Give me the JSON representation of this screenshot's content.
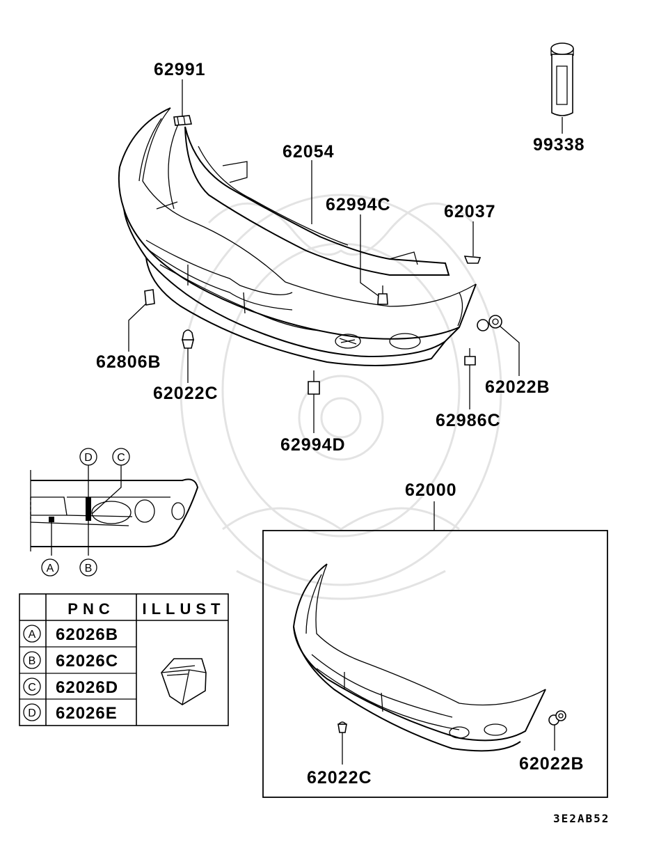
{
  "diagram": {
    "code": "3E2AB52",
    "parts": {
      "p62991": "62991",
      "p62054": "62054",
      "p62994C": "62994C",
      "p62037": "62037",
      "p99338": "99338",
      "p62806B": "62806B",
      "p62022C": "62022C",
      "p62022B": "62022B",
      "p62986C": "62986C",
      "p62994D": "62994D",
      "p62000": "62000",
      "p62022C_set": "62022C",
      "p62022B_set": "62022B"
    },
    "detail_markers": {
      "a": "A",
      "b": "B",
      "c": "C",
      "d": "D"
    },
    "table": {
      "header_pnc": "PNC",
      "header_illust": "ILLUST",
      "rows": [
        {
          "ref": "A",
          "pnc": "62026B"
        },
        {
          "ref": "B",
          "pnc": "62026C"
        },
        {
          "ref": "C",
          "pnc": "62026D"
        },
        {
          "ref": "D",
          "pnc": "62026E"
        }
      ]
    }
  }
}
